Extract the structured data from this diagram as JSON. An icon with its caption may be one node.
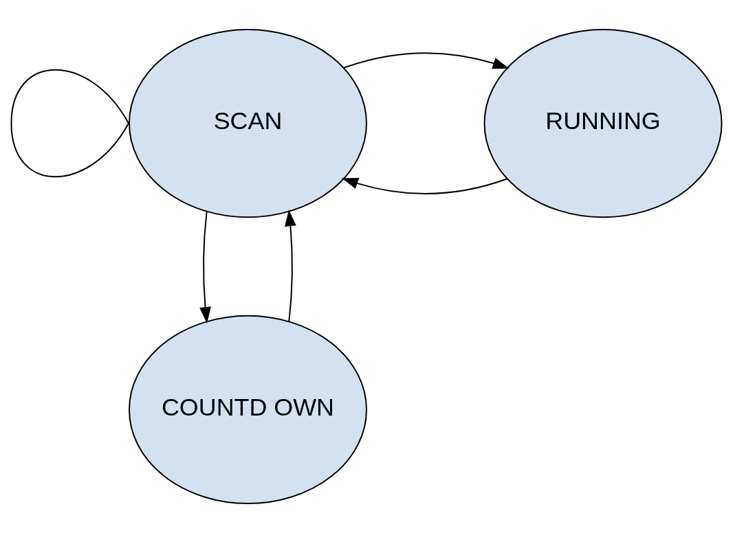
{
  "diagram": {
    "nodes": [
      {
        "text": [
          "SCAN"
        ]
      },
      {
        "text": [
          "RUNNING"
        ]
      },
      {
        "text": [
          "COUNTD OWN"
        ]
      }
    ],
    "edges": [
      {
        "from": 0,
        "to": 0,
        "arrow": "none"
      },
      {
        "from": 1,
        "to": 0,
        "arrow": "to"
      },
      {
        "from": 0,
        "to": 1,
        "arrow": "to"
      },
      {
        "from": 0,
        "to": 2,
        "arrow": "to"
      },
      {
        "from": 2,
        "to": 0,
        "arrow": "to"
      }
    ]
  }
}
